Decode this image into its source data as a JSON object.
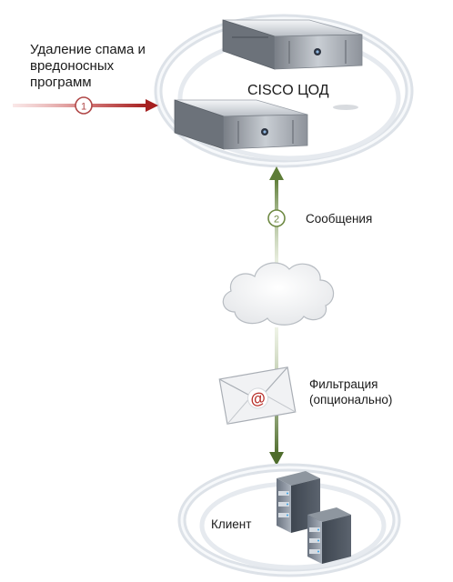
{
  "labels": {
    "spam_removal_line1": "Удаление спама и",
    "spam_removal_line2": "вредоносных",
    "spam_removal_line3": "программ",
    "server_name": "CISCO ЦОД",
    "messages": "Сообщения",
    "filtering_line1": "Фильтрация",
    "filtering_line2": "(опционально)",
    "client": "Клиент"
  },
  "steps": {
    "step1": "1",
    "step2": "2"
  },
  "colors": {
    "incoming_arrow": "#b52a2a",
    "flow_arrow": "#5e7d37",
    "step1_ring": "#b04848",
    "step2_ring": "#6f8a44",
    "envelope_at": "#b8302a"
  }
}
